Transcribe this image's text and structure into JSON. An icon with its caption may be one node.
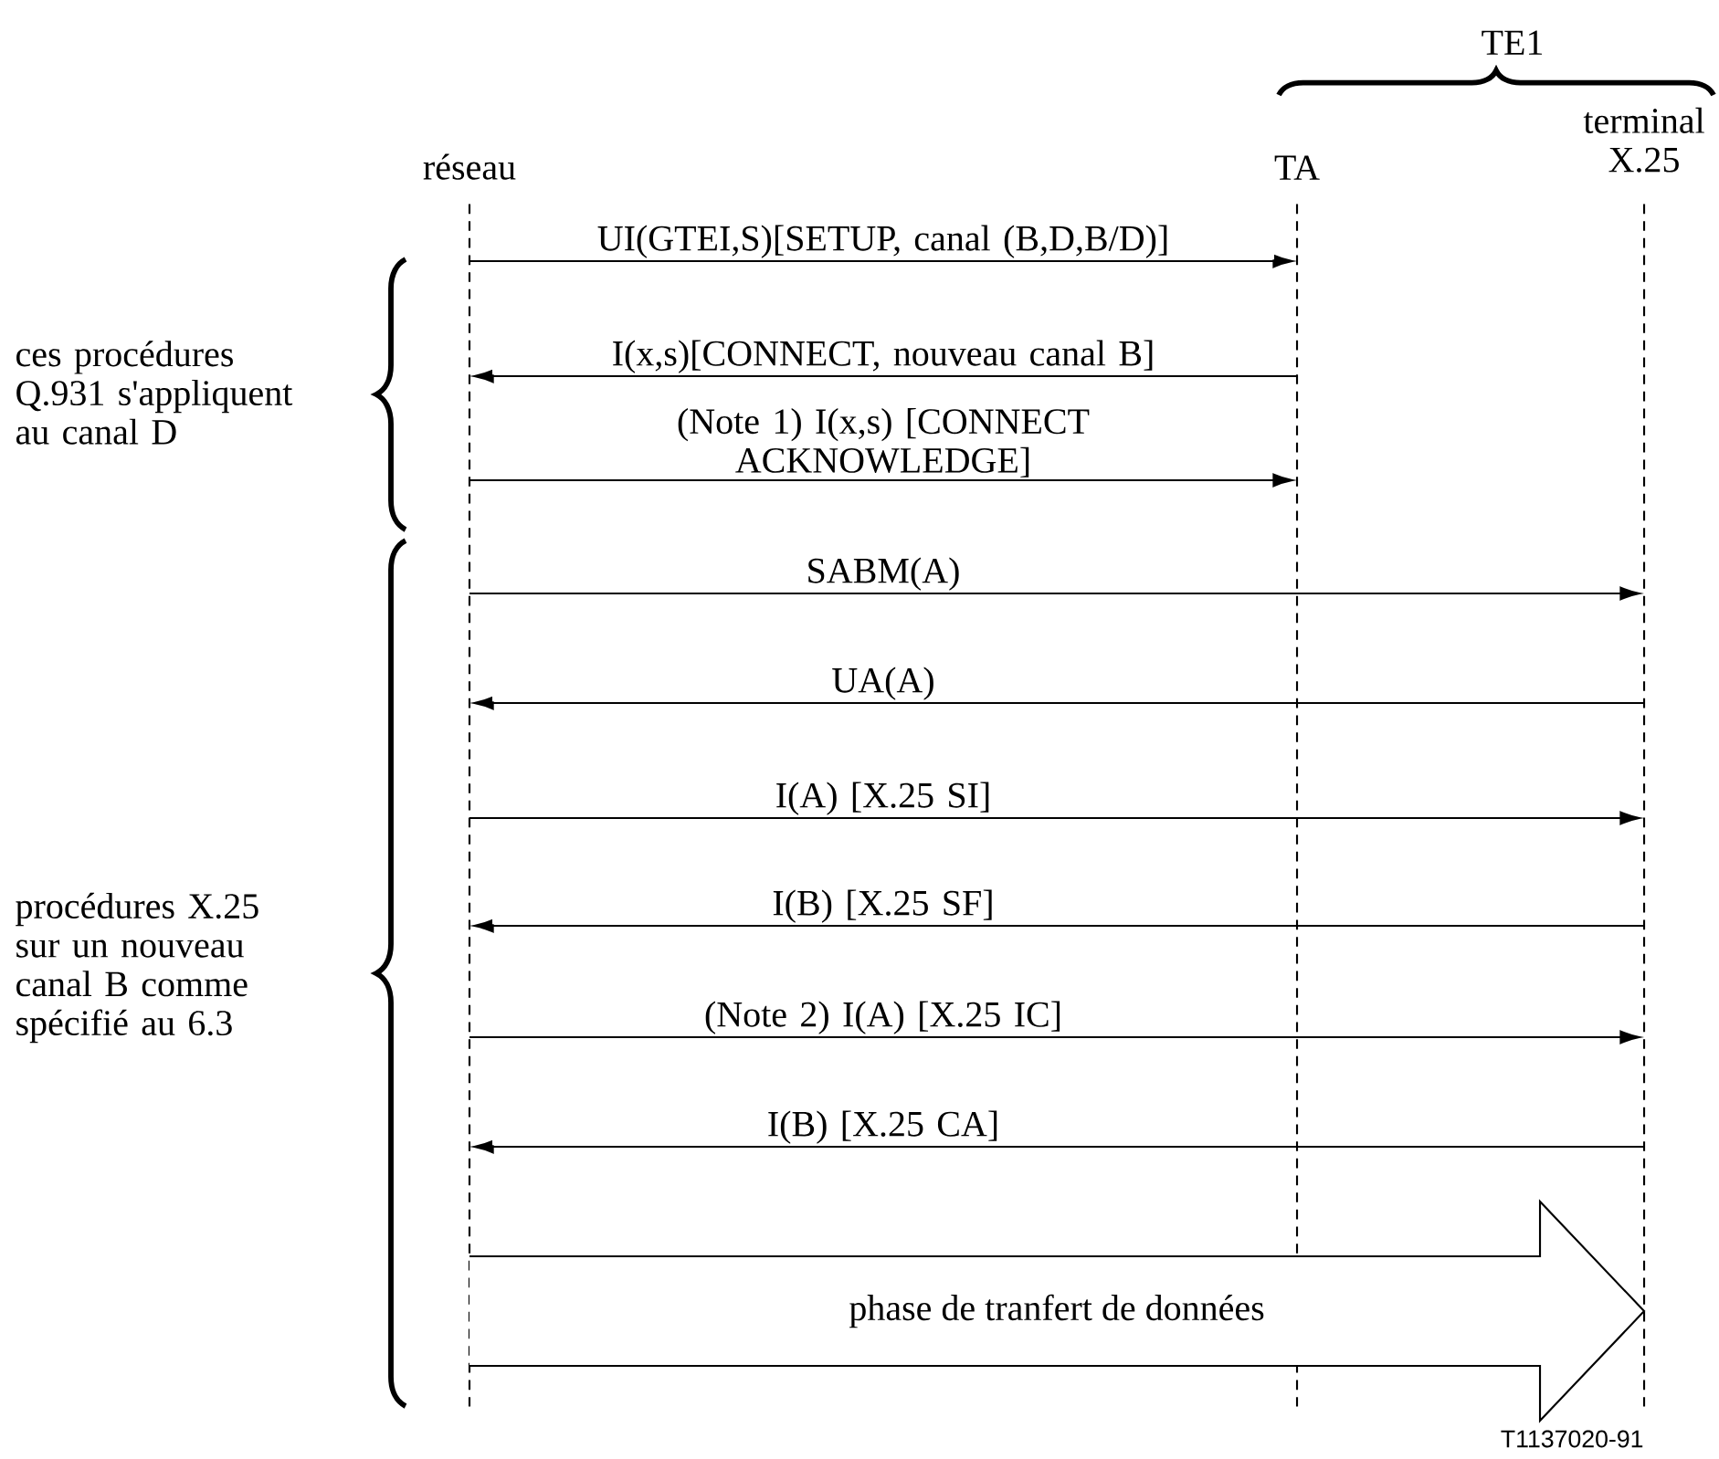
{
  "diagram": {
    "nodes": [
      {
        "text": [],
        "shape": "line",
        "beside": [
          "réseau"
        ]
      },
      {
        "text": [],
        "shape": "line",
        "beside": [
          "TA"
        ]
      },
      {
        "text": [],
        "shape": "line",
        "beside": [
          "terminal X.25"
        ]
      }
    ],
    "edges": [
      {
        "from": 0,
        "to": 1,
        "arrow": "to",
        "label": "UI(GTEI,S)[SETUP, canal (B,D,B/D)]"
      },
      {
        "from": 1,
        "to": 0,
        "arrow": "to",
        "label": "I(x,s)[CONNECT, nouveau canal B]"
      },
      {
        "from": 0,
        "to": 1,
        "arrow": "to",
        "label": "(Note 1) I(x,s) [CONNECT ACKNOWLEDGE]"
      },
      {
        "from": 0,
        "to": 2,
        "arrow": "to",
        "label": "SABM(A)"
      },
      {
        "from": 2,
        "to": 0,
        "arrow": "to",
        "label": "UA(A)"
      },
      {
        "from": 0,
        "to": 2,
        "arrow": "to",
        "label": "I(A) [X.25 SI]"
      },
      {
        "from": 2,
        "to": 0,
        "arrow": "to",
        "label": "I(B) [X.25 SF]"
      },
      {
        "from": 0,
        "to": 2,
        "arrow": "to",
        "label": "(Note 2) I(A) [X.25 IC]"
      },
      {
        "from": 2,
        "to": 0,
        "arrow": "to",
        "label": "I(B) [X.25 CA]"
      },
      {
        "from": 0,
        "to": 2,
        "arrow": "to",
        "label": "phase de tranfert de données",
        "style": "thick"
      }
    ],
    "labels": [
      "TE1",
      "ces procédures Q.931 s'appliquent au canal D",
      "procédures X.25 sur un nouveau canal B comme spécifié au 6.3",
      "T1137020-91"
    ]
  }
}
